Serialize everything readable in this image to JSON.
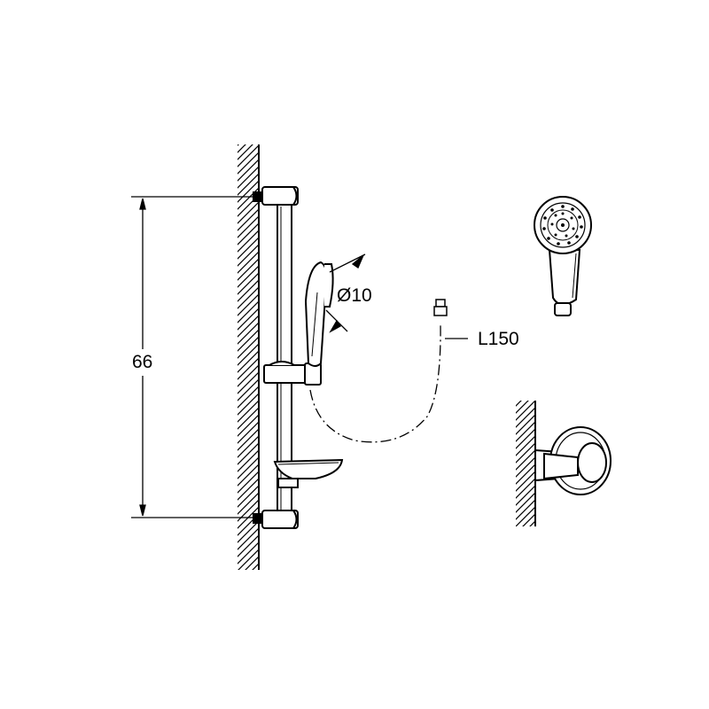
{
  "dimensions": {
    "rail_height": "66",
    "handshower_diameter": "Ø10",
    "hose_length": "L150"
  },
  "colors": {
    "line": "#000000",
    "background": "#ffffff"
  }
}
